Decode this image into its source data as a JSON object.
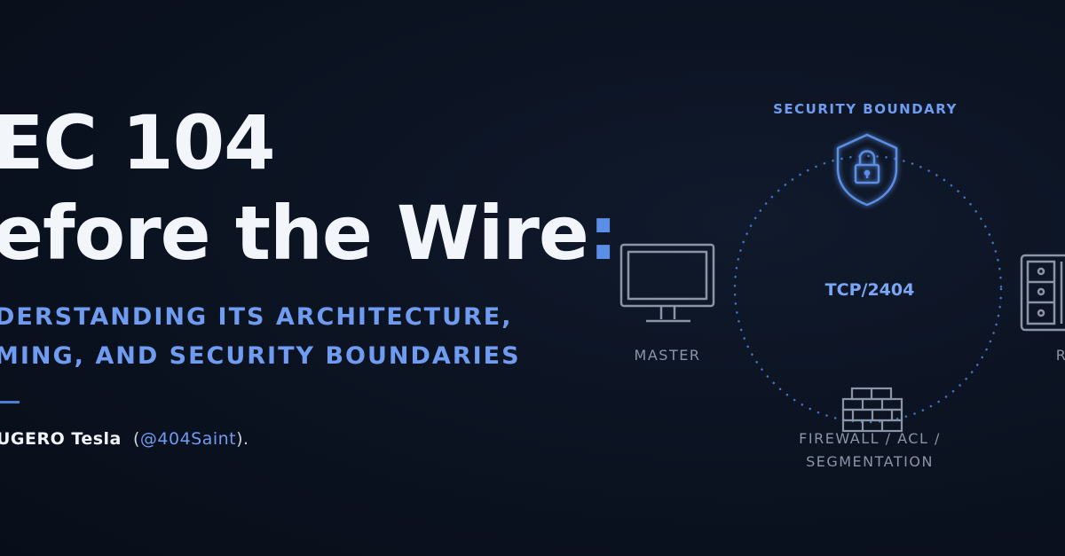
{
  "title": {
    "line1": "EC 104",
    "line2": "efore the Wire",
    "colon": ":"
  },
  "subtitle": {
    "line1": "DERSTANDING ITS ARCHITECTURE,",
    "line2": "MING, AND SECURITY BOUNDARIES"
  },
  "byline": {
    "name": "UGERO Tesla",
    "open": "(",
    "handle": "@404Saint",
    "close": ")."
  },
  "diagram": {
    "boundary_label": "SECURITY BOUNDARY",
    "protocol_label": "TCP/2404",
    "master_label": "MASTER",
    "remote_label": "R",
    "firewall_label_line1": "FIREWALL / ACL /",
    "firewall_label_line2": "SEGMENTATION"
  },
  "colors": {
    "background": "#0b1220",
    "accent": "#5b8ee6",
    "title": "#f2f5fa",
    "muted_label": "#8a95a8"
  },
  "icons": [
    "shield-lock-icon",
    "monitor-icon",
    "server-rack-icon",
    "brick-firewall-icon"
  ]
}
